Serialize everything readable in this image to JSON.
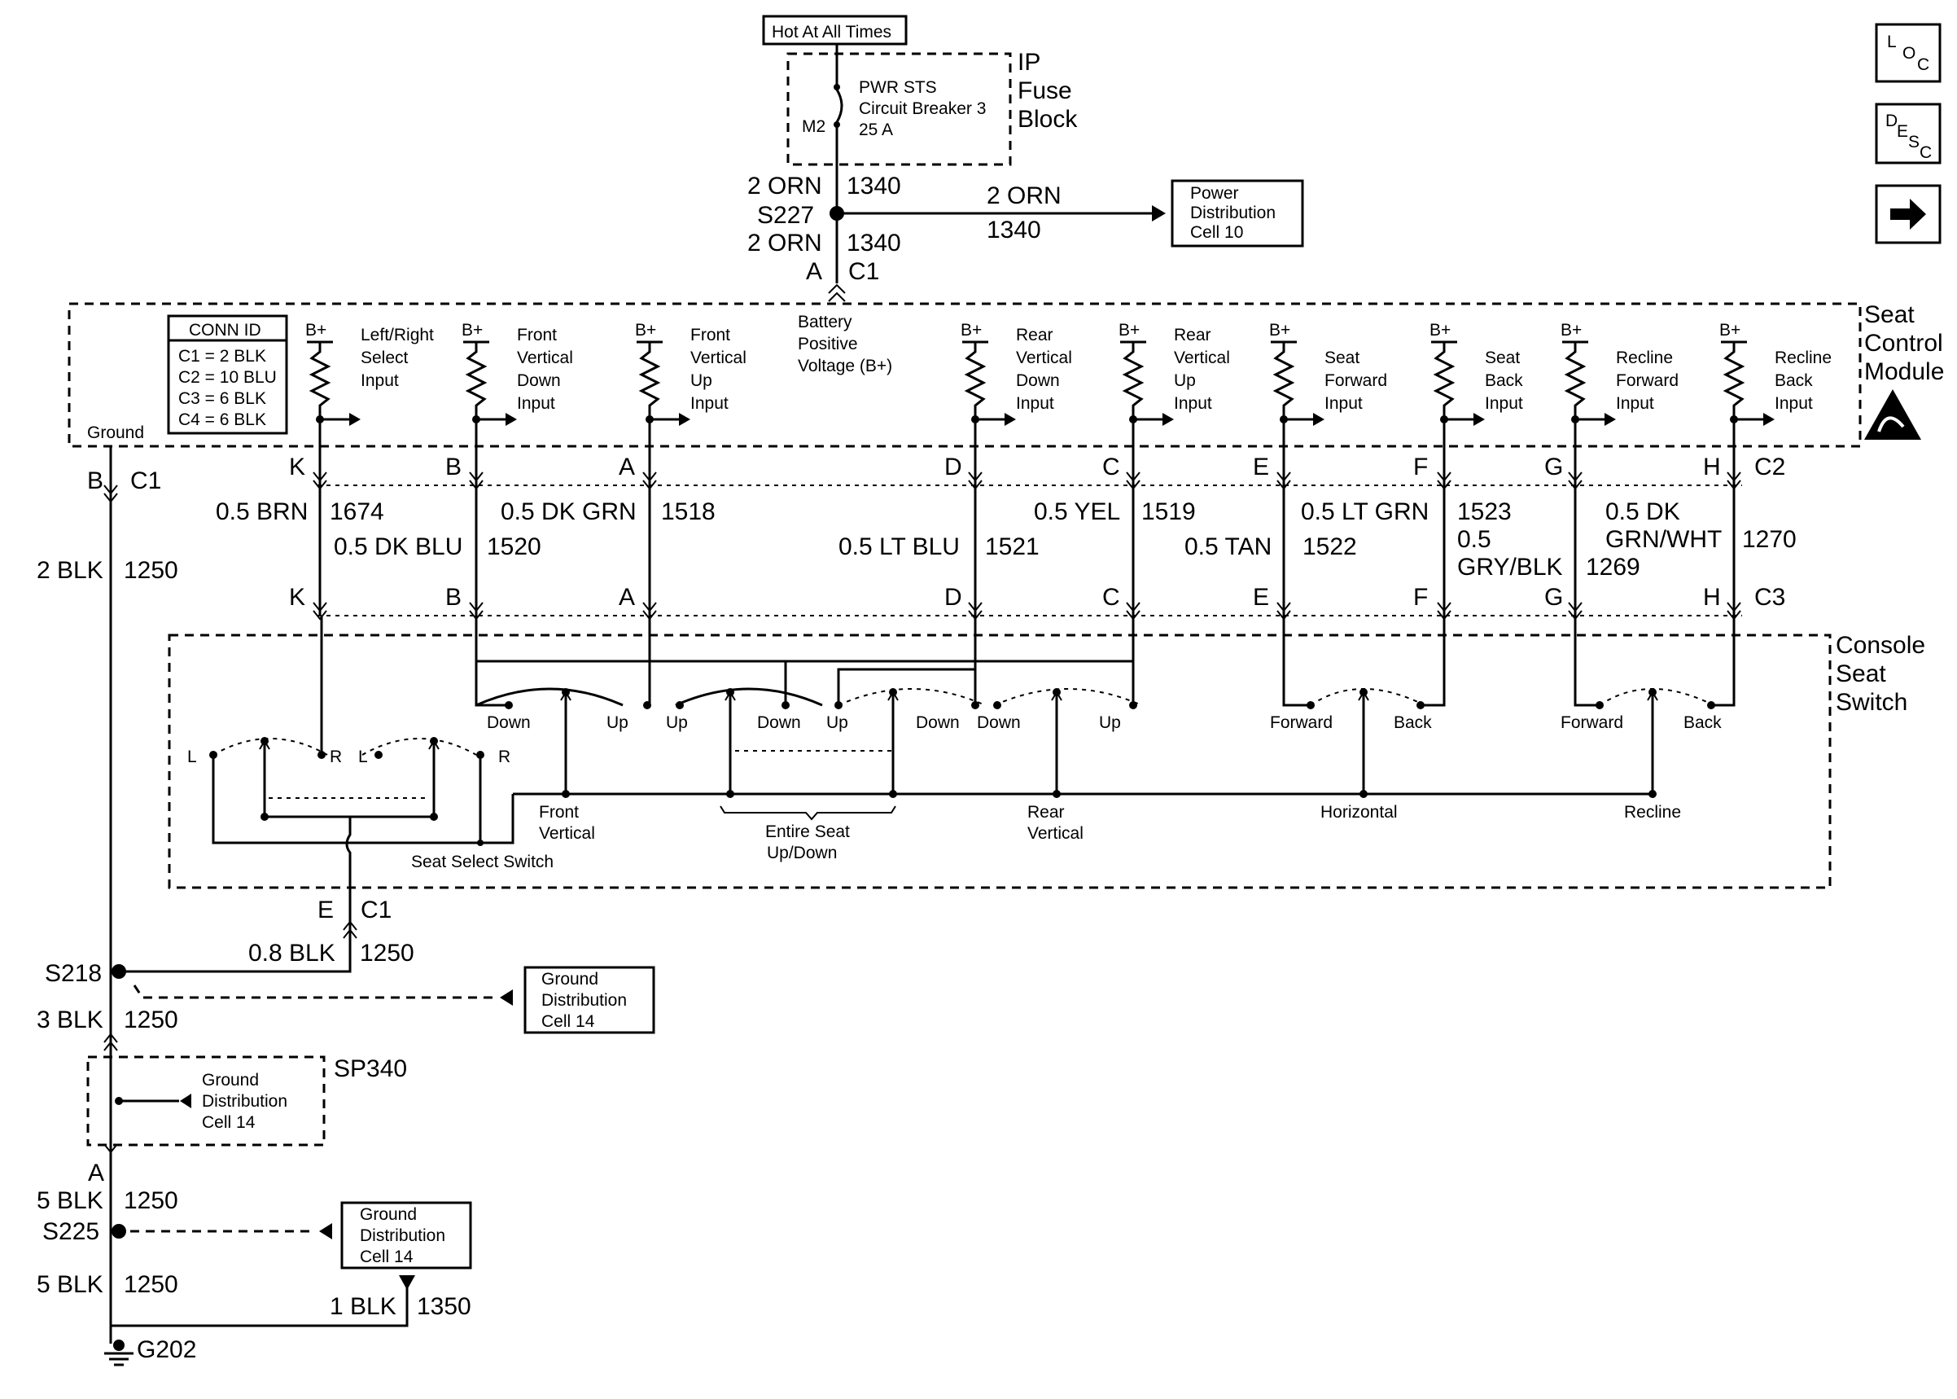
{
  "top": {
    "hot_label": "Hot At All Times",
    "breaker_name": "PWR STS",
    "breaker_desc": "Circuit Breaker 3",
    "breaker_amps": "25 A",
    "breaker_pin": "M2",
    "fuse_block": [
      "IP",
      "Fuse",
      "Block"
    ]
  },
  "feed": {
    "wire_upper": "2 ORN",
    "circuit_upper": "1340",
    "splice": "S227",
    "wire_lower": "2 ORN",
    "circuit_lower": "1340",
    "pin": "A",
    "conn": "C1",
    "branch_wire": "2 ORN",
    "branch_circuit": "1340",
    "power_ref": [
      "Power",
      "Distribution",
      "Cell 10"
    ],
    "bplus_label": [
      "Battery",
      "Positive",
      "Voltage (B+)"
    ]
  },
  "module": {
    "title": [
      "Seat",
      "Control",
      "Module"
    ],
    "conn_id_title": "CONN ID",
    "conn_ids": [
      "C1 = 2 BLK",
      "C2 = 10 BLU",
      "C3 = 6 BLK",
      "C4 = 6 BLK"
    ],
    "ground_label": "Ground",
    "bplus": "B+",
    "c2": "C2",
    "c3": "C3",
    "inputs": [
      {
        "label": [
          "Left/Right",
          "Select",
          "Input"
        ],
        "pin": "K",
        "wire": "0.5 BRN",
        "circuit": "1674"
      },
      {
        "label": [
          "Front",
          "Vertical",
          "Down",
          "Input"
        ],
        "pin": "B",
        "wire": "0.5 DK BLU",
        "circuit": "1520"
      },
      {
        "label": [
          "Front",
          "Vertical",
          "Up",
          "Input"
        ],
        "pin": "A",
        "wire": "0.5 DK GRN",
        "circuit": "1518"
      },
      {
        "label": [
          "Rear",
          "Vertical",
          "Down",
          "Input"
        ],
        "pin": "D",
        "wire": "0.5 LT BLU",
        "circuit": "1521"
      },
      {
        "label": [
          "Rear",
          "Vertical",
          "Up",
          "Input"
        ],
        "pin": "C",
        "wire": "0.5 YEL",
        "circuit": "1519"
      },
      {
        "label": [
          "Seat",
          "Forward",
          "Input"
        ],
        "pin": "E",
        "wire": "0.5 TAN",
        "circuit": "1522"
      },
      {
        "label": [
          "Seat",
          "Back",
          "Input"
        ],
        "pin": "F",
        "wire": "0.5 LT GRN",
        "circuit": "1523"
      },
      {
        "label": [
          "Recline",
          "Forward",
          "Input"
        ],
        "pin": "G",
        "wire_lines": [
          "0.5",
          "GRY/BLK"
        ],
        "circuit": "1269"
      },
      {
        "label": [
          "Recline",
          "Back",
          "Input"
        ],
        "pin": "H",
        "wire_lines": [
          "0.5 DK",
          "GRN/WHT"
        ],
        "circuit": "1270"
      }
    ]
  },
  "switch": {
    "title": [
      "Console",
      "Seat",
      "Switch"
    ],
    "contacts": [
      "Down",
      "Up",
      "Up",
      "Down",
      "Up",
      "Down",
      "Down",
      "Up",
      "Forward",
      "Back",
      "Forward",
      "Back"
    ],
    "lr": [
      "L",
      "R",
      "L",
      "R"
    ],
    "select_label": "Seat Select Switch",
    "front_vertical": [
      "Front",
      "Vertical"
    ],
    "entire_seat": [
      "Entire Seat",
      "Up/Down"
    ],
    "rear_vertical": [
      "Rear",
      "Vertical"
    ],
    "horizontal": "Horizontal",
    "recline": "Recline"
  },
  "ground": {
    "b_pin": "B",
    "b_conn": "C1",
    "wire1": "2 BLK",
    "circuit1": "1250",
    "e_pin": "E",
    "e_conn": "C1",
    "wire_e": "0.8 BLK",
    "circuit_e": "1250",
    "s218": "S218",
    "ref1": [
      "Ground",
      "Distribution",
      "Cell 14"
    ],
    "wire2": "3 BLK",
    "circuit2": "1250",
    "sp340": "SP340",
    "ref2": [
      "Ground",
      "Distribution",
      "Cell 14"
    ],
    "a_pin": "A",
    "wire3": "5 BLK",
    "circuit3": "1250",
    "s225": "S225",
    "ref3": [
      "Ground",
      "Distribution",
      "Cell 14"
    ],
    "wire4": "5 BLK",
    "circuit4": "1250",
    "wire5": "1 BLK",
    "circuit5": "1350",
    "g202": "G202"
  },
  "nav": {
    "loc": [
      "L",
      "O",
      "C"
    ],
    "desc": [
      "D",
      "E",
      "S",
      "C"
    ],
    "next_icon": "arrow-right-icon"
  }
}
